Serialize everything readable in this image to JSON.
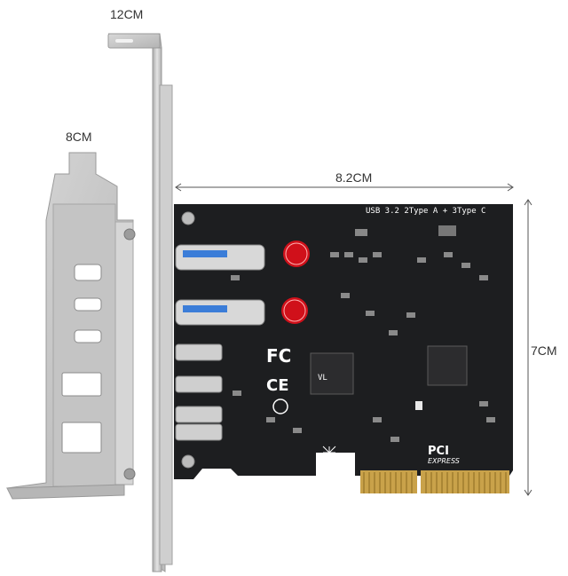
{
  "dimensions": {
    "full_bracket": "12CM",
    "low_profile_bracket": "8CM",
    "board_width": "8.2CM",
    "board_height": "7CM"
  },
  "board": {
    "silkscreen_title": "USB 3.2 2Type A + 3Type C",
    "bus_logo_line1": "PCI",
    "bus_logo_line2": "EXPRESS",
    "chip_marking": "VL",
    "cert_fc": "FC",
    "cert_ce": "CE"
  },
  "colors": {
    "pcb": "#1d1e20",
    "bracket": "#c8c8c8",
    "gold": "#c9a24a",
    "capacitor": "#d0101a",
    "usb_a_blue": "#2a6fc9"
  }
}
